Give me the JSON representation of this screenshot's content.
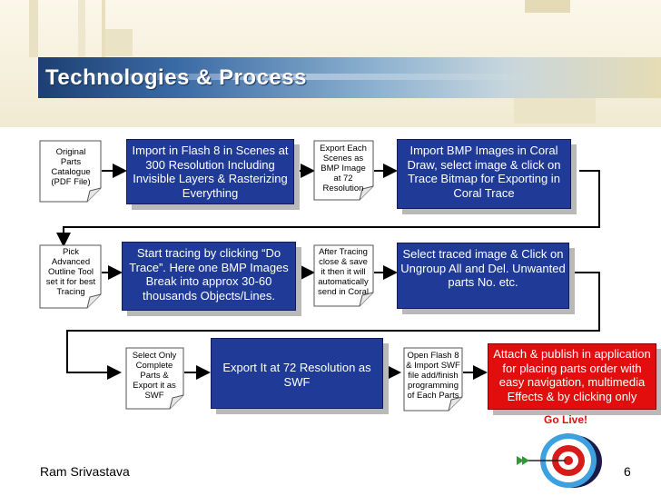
{
  "slide": {
    "title": "Technologies & Process",
    "footer_author": "Ram Srivastava",
    "page_number": "6",
    "go_live": "Go Live!"
  },
  "row1": {
    "note1": "Original\nParts\nCatalogue\n(PDF File)",
    "box1": "Import in Flash 8 in Scenes at 300 Resolution Including Invisible Layers & Rasterizing Everything",
    "note2": "Export Each\nScenes as\nBMP Image\nat 72\nResolution",
    "box2": "Import BMP Images in Coral Draw, select image & click on Trace Bitmap for Exporting in Coral Trace"
  },
  "row2": {
    "note1": "Pick\nAdvanced\nOutline Tool\nset it for best\nTracing",
    "box1": "Start tracing by clicking “Do Trace”. Here one BMP Images Break into approx 30-60 thousands Objects/Lines.",
    "note2": "After Tracing\nclose & save\nit then it will\nautomatically\nsend in Coral",
    "box2": "Select traced image & Click on Ungroup All and Del. Unwanted parts No. etc."
  },
  "row3": {
    "note1": "Select Only\nComplete\nParts &\nExport it as\nSWF",
    "box1": "Export It at 72 Resolution as SWF",
    "note2": "Open Flash 8\n& Import SWF\nfile add/finish\nprogramming\nof Each Parts",
    "box2": "Attach & publish in application for placing parts order with easy navigation, multimedia Effects & by clicking only"
  },
  "colors": {
    "process_box": "#1f3b97",
    "final_box": "#e20e0e",
    "title_bar": "#2d5a92"
  }
}
